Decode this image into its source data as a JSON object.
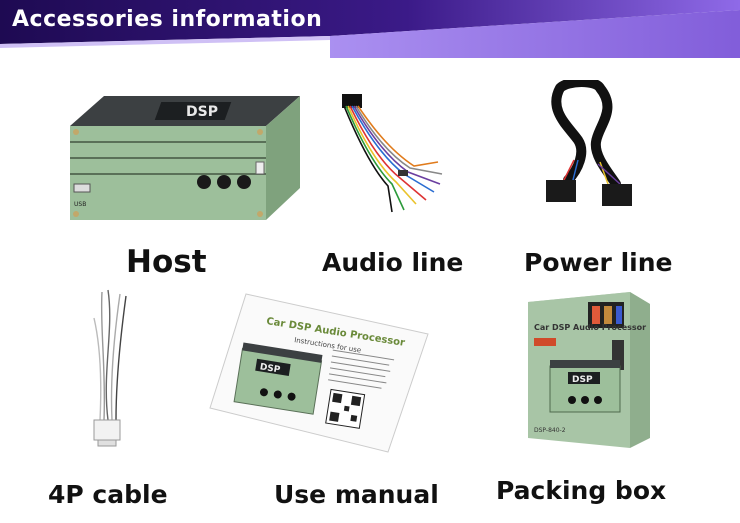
{
  "header": {
    "title": "Accessories information"
  },
  "items": [
    {
      "label": "Host",
      "device": {
        "logo": "DSP",
        "port_label": "USB"
      }
    },
    {
      "label": "Audio line"
    },
    {
      "label": "Power line"
    },
    {
      "label": "4P cable"
    },
    {
      "label": "Use manual",
      "manual": {
        "title": "Car DSP Audio Processor",
        "subtitle": "Instructions for use",
        "device_logo": "DSP"
      }
    },
    {
      "label": "Packing box",
      "box": {
        "title": "Car DSP Audio Processor",
        "logo": "DSP",
        "model": "DSP-840-2"
      }
    }
  ],
  "colors": {
    "banner_dark": "#2a1060",
    "banner_purple": "#7a4fd0",
    "device_green": "#9fc39f"
  }
}
